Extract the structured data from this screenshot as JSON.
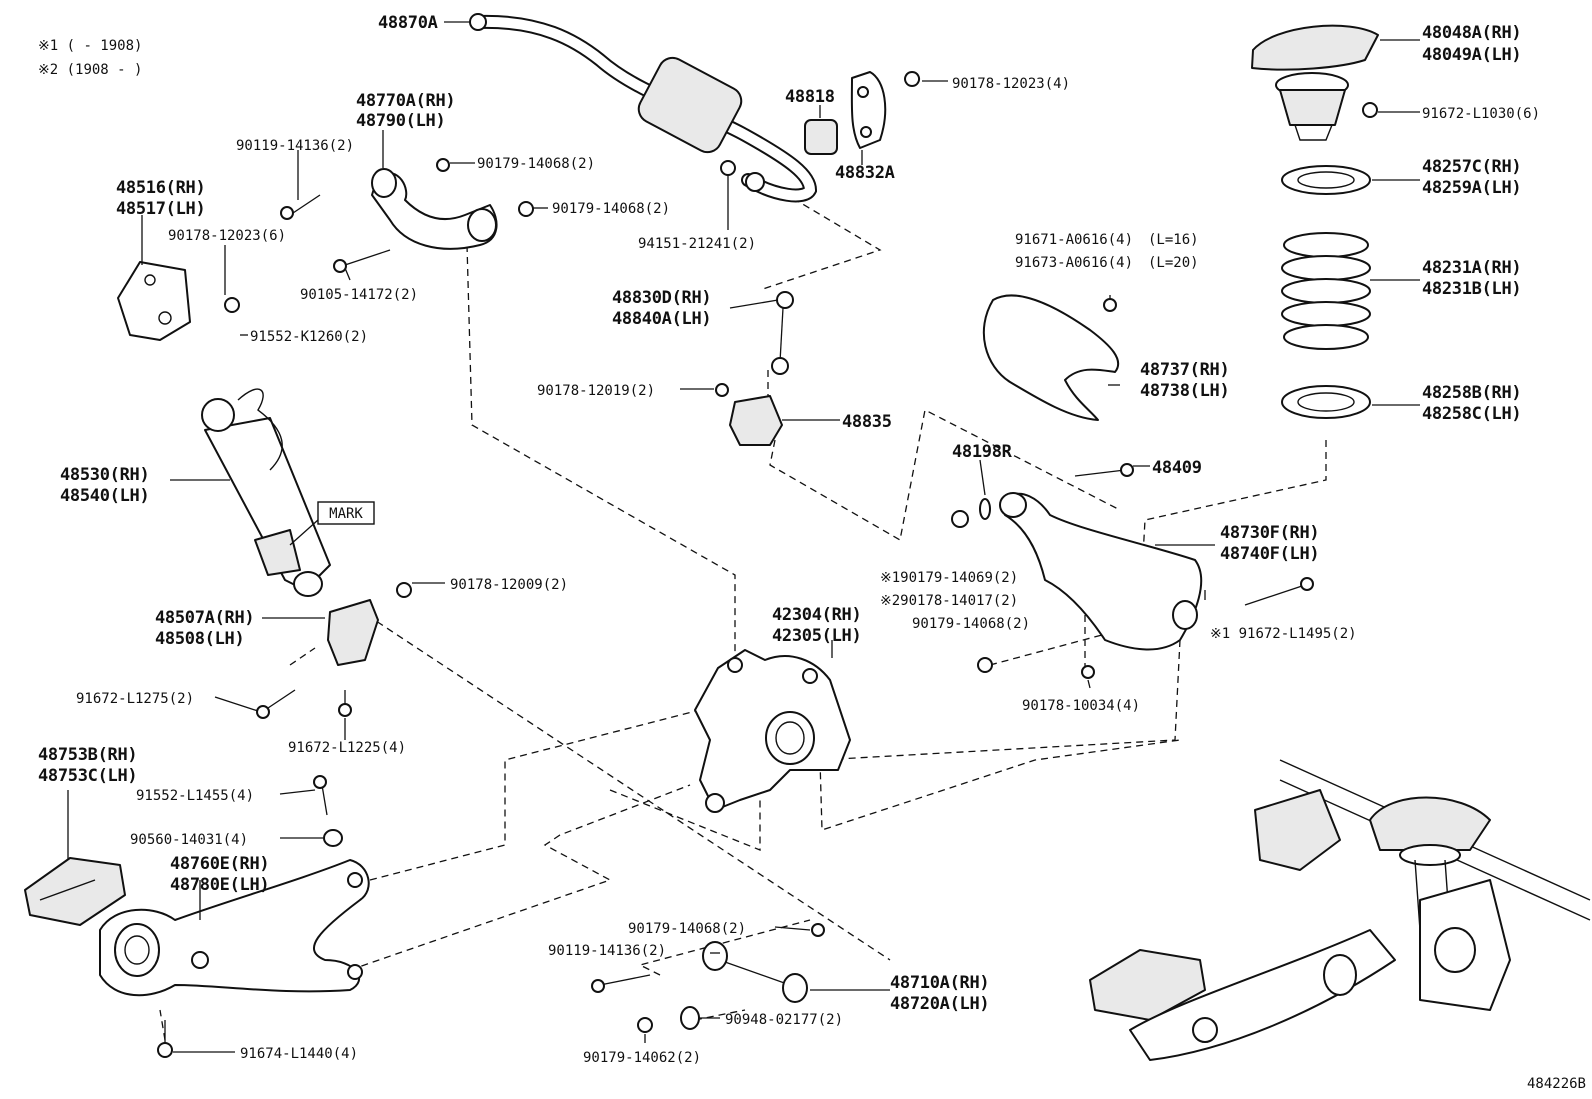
{
  "notes": {
    "note1": "※1 (        - 1908)",
    "note2": "※2 (1908 -        )"
  },
  "diagram_id": "484226B",
  "mark_label": "MARK",
  "labels": {
    "p48870A": "48870A",
    "p48818": "48818",
    "p90178_12023_4": "90178-12023(4)",
    "p48832A": "48832A",
    "p48048A": "48048A(RH)",
    "p48049A": "48049A(LH)",
    "p91672_L1030": "91672-L1030(6)",
    "p48257C": "48257C(RH)",
    "p48259A": "48259A(LH)",
    "p48231A": "48231A(RH)",
    "p48231B": "48231B(LH)",
    "p48258B": "48258B(RH)",
    "p48258C": "48258C(LH)",
    "p48770A": "48770A(RH)",
    "p48790": "48790(LH)",
    "p90119_14136_top": "90119-14136(2)",
    "p90179_14068_a": "90179-14068(2)",
    "p90179_14068_b": "90179-14068(2)",
    "p94151": "94151-21241(2)",
    "p48516": "48516(RH)",
    "p48517": "48517(LH)",
    "p90178_12023_6": "90178-12023(6)",
    "p90105": "90105-14172(2)",
    "p91552_K1260": "91552-K1260(2)",
    "p48830D": "48830D(RH)",
    "p48840A": "48840A(LH)",
    "p91671": "91671-A0616(4)",
    "p91671_len": "(L=16)",
    "p91673": "91673-A0616(4)",
    "p91673_len": "(L=20)",
    "p48737": "48737(RH)",
    "p48738": "48738(LH)",
    "p90178_12019": "90178-12019(2)",
    "p48835": "48835",
    "p48530": "48530(RH)",
    "p48540": "48540(LH)",
    "p48198R": "48198R",
    "p48409": "48409",
    "p48730F": "48730F(RH)",
    "p48740F": "48740F(LH)",
    "p90179_14069": "※190179-14069(2)",
    "p90178_14017": "※290178-14017(2)",
    "p90179_14068_c": "90179-14068(2)",
    "p91672_L1495": "※1 91672-L1495(2)",
    "p90178_12009": "90178-12009(2)",
    "p48507A": "48507A(RH)",
    "p48508": "48508(LH)",
    "p42304": "42304(RH)",
    "p42305": "42305(LH)",
    "p90178_10034": "90178-10034(4)",
    "p91672_L1275": "91672-L1275(2)",
    "p91672_L1225": "91672-L1225(4)",
    "p48753B": "48753B(RH)",
    "p48753C": "48753C(LH)",
    "p91552_L1455": "91552-L1455(4)",
    "p90560": "90560-14031(4)",
    "p48760E": "48760E(RH)",
    "p48780E": "48780E(LH)",
    "p90179_14068_d": "90179-14068(2)",
    "p90119_14136_bot": "90119-14136(2)",
    "p48710A": "48710A(RH)",
    "p48720A": "48720A(LH)",
    "p90948": "90948-02177(2)",
    "p90179_14062": "90179-14062(2)",
    "p91674": "91674-L1440(4)"
  }
}
